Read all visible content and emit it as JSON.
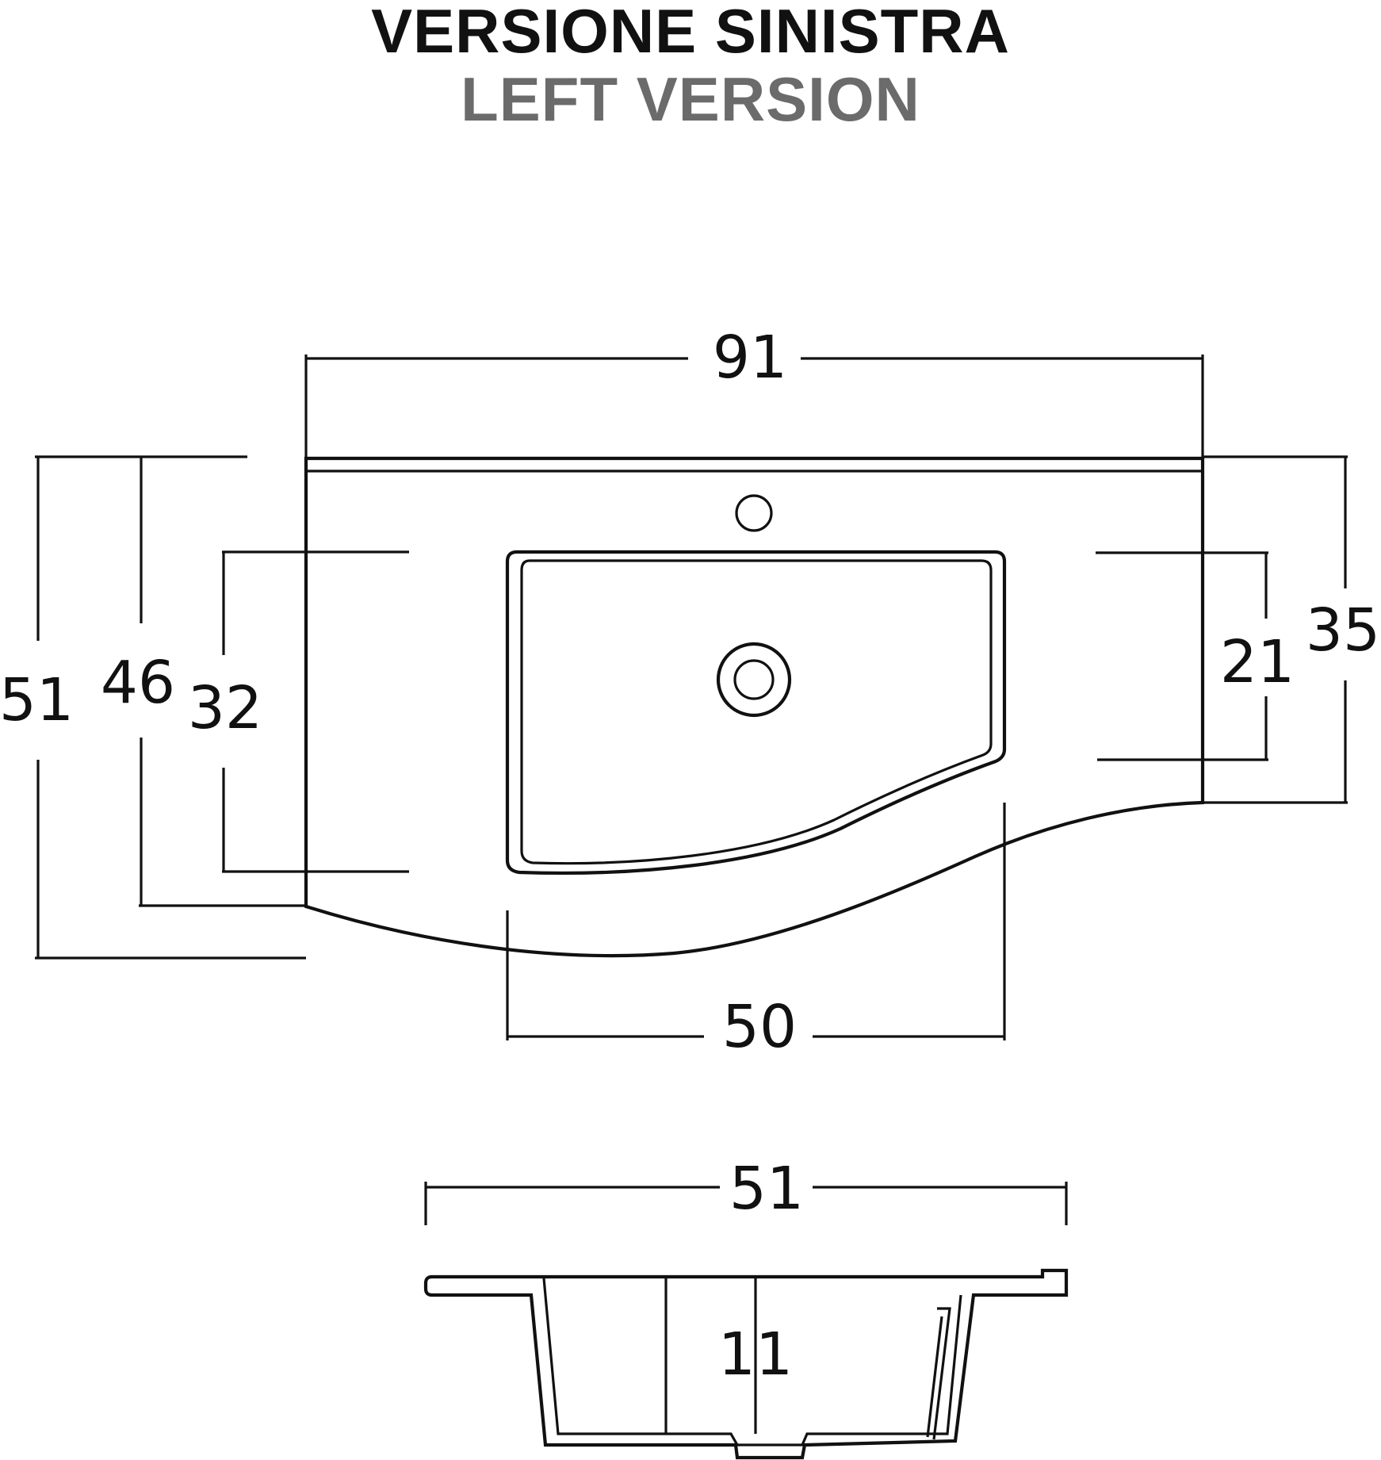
{
  "titles": {
    "primary": "VERSIONE SINISTRA",
    "secondary": "LEFT VERSION"
  },
  "dimensions": {
    "overall_width": "91",
    "overall_depth": "51",
    "depth_mid": "46",
    "bowl_depth_left": "32",
    "bowl_depth_right": "21",
    "side_depth_right": "35",
    "bowl_width": "50",
    "section_width": "51",
    "section_height": "11"
  },
  "colors": {
    "line": "#111111",
    "subtitle": "#6b6b6b",
    "background": "#ffffff"
  }
}
